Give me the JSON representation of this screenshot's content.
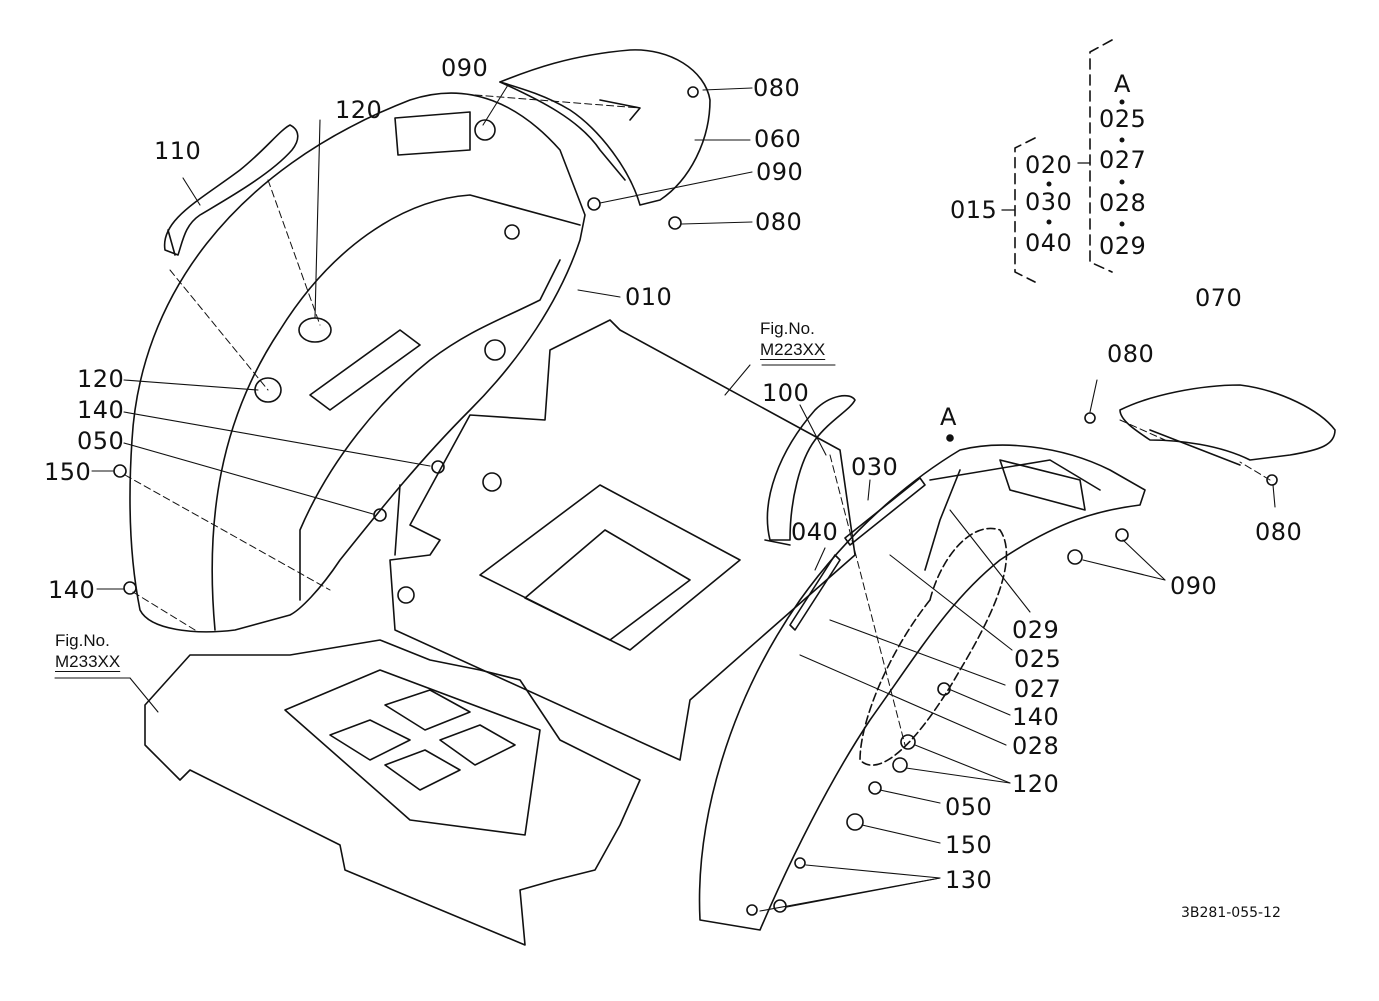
{
  "diagram": {
    "document_code": "3B281-055-12",
    "figure_refs": [
      {
        "label": "Fig.No.",
        "ref": "M223XX"
      },
      {
        "label": "Fig.No.",
        "ref": "M233XX"
      }
    ],
    "callouts": {
      "c090_top": "090",
      "c120_top": "120",
      "c110": "110",
      "c080_top": "080",
      "c060": "060",
      "c090_mid": "090",
      "c080_mid": "080",
      "c010": "010",
      "c120_left": "120",
      "c140_left": "140",
      "c050_left": "050",
      "c150_left": "150",
      "c140_bottom": "140",
      "c100": "100",
      "c030": "030",
      "c040": "040",
      "cA": "A",
      "c070": "070",
      "c080_right_top": "080",
      "c080_right_bottom": "080",
      "c090_right": "090",
      "c029": "029",
      "c025": "025",
      "c027": "027",
      "c140_right": "140",
      "c028": "028",
      "c120_right": "120",
      "c050_right": "050",
      "c150_right": "150",
      "c130": "130"
    },
    "legend": {
      "root": "015",
      "group1": [
        "020",
        "030",
        "040"
      ],
      "group2_header": "A",
      "group2": [
        "025",
        "027",
        "028",
        "029"
      ]
    }
  }
}
